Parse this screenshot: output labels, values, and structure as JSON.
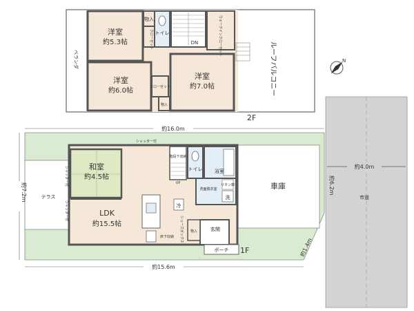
{
  "floor2": {
    "level": "2F",
    "rooms": {
      "room_a": {
        "name": "洋室",
        "area": "約5.3帖"
      },
      "room_b": {
        "name": "洋室",
        "area": "約6.0帖"
      },
      "room_c": {
        "name": "洋室",
        "area": "約7.0帖"
      }
    },
    "labels": {
      "veranda": "ベランダ",
      "roof_balcony": "ルーフバルコニー",
      "wic": "ウォークインクローゼット",
      "closet_a": "クローゼット",
      "closet_b": "クローゼット",
      "storage_a": "物入",
      "storage_b": "物入",
      "toilet": "トイレ",
      "dn": "DN"
    },
    "width_dim": "約16.0m"
  },
  "floor1": {
    "level": "1F",
    "rooms": {
      "washitsu": {
        "name": "和室",
        "area": "約4.5帖"
      },
      "ldk": {
        "name": "LDK",
        "area": "約15.5帖"
      }
    },
    "labels": {
      "terrace": "テラス",
      "garage": "車庫",
      "bath": "浴室",
      "toilet": "トイレ",
      "washroom": "洗面脱衣室",
      "wash": "洗",
      "entrance": "玄関",
      "porch": "ポーチ",
      "storage": "物入",
      "fridge": "冷",
      "stair_storage": "階段下収納",
      "floor_storage": "床下収納",
      "shoe_box": "シューズボックス",
      "up": "UP",
      "shutter_top": "シャッター付",
      "shutter_left_a": "シャッター付",
      "shutter_left_b": "シャッター付",
      "linen": "リネン庫"
    },
    "width_dim": "約15.6m",
    "depth_dim": "約7.2m",
    "gate_dim": "約1.4m"
  },
  "road": {
    "name": "市道",
    "width_dim": "約4.0m",
    "frontage_dim": "約6.2m"
  },
  "compass": {
    "label": "N"
  },
  "colors": {
    "wall": "#555555",
    "floor_wood": "#f6e8d8",
    "tatami": "#dfe9c3",
    "wet_area": "#e3eef6",
    "lot": "#d9ebd0",
    "road": "#d3d3d3"
  }
}
